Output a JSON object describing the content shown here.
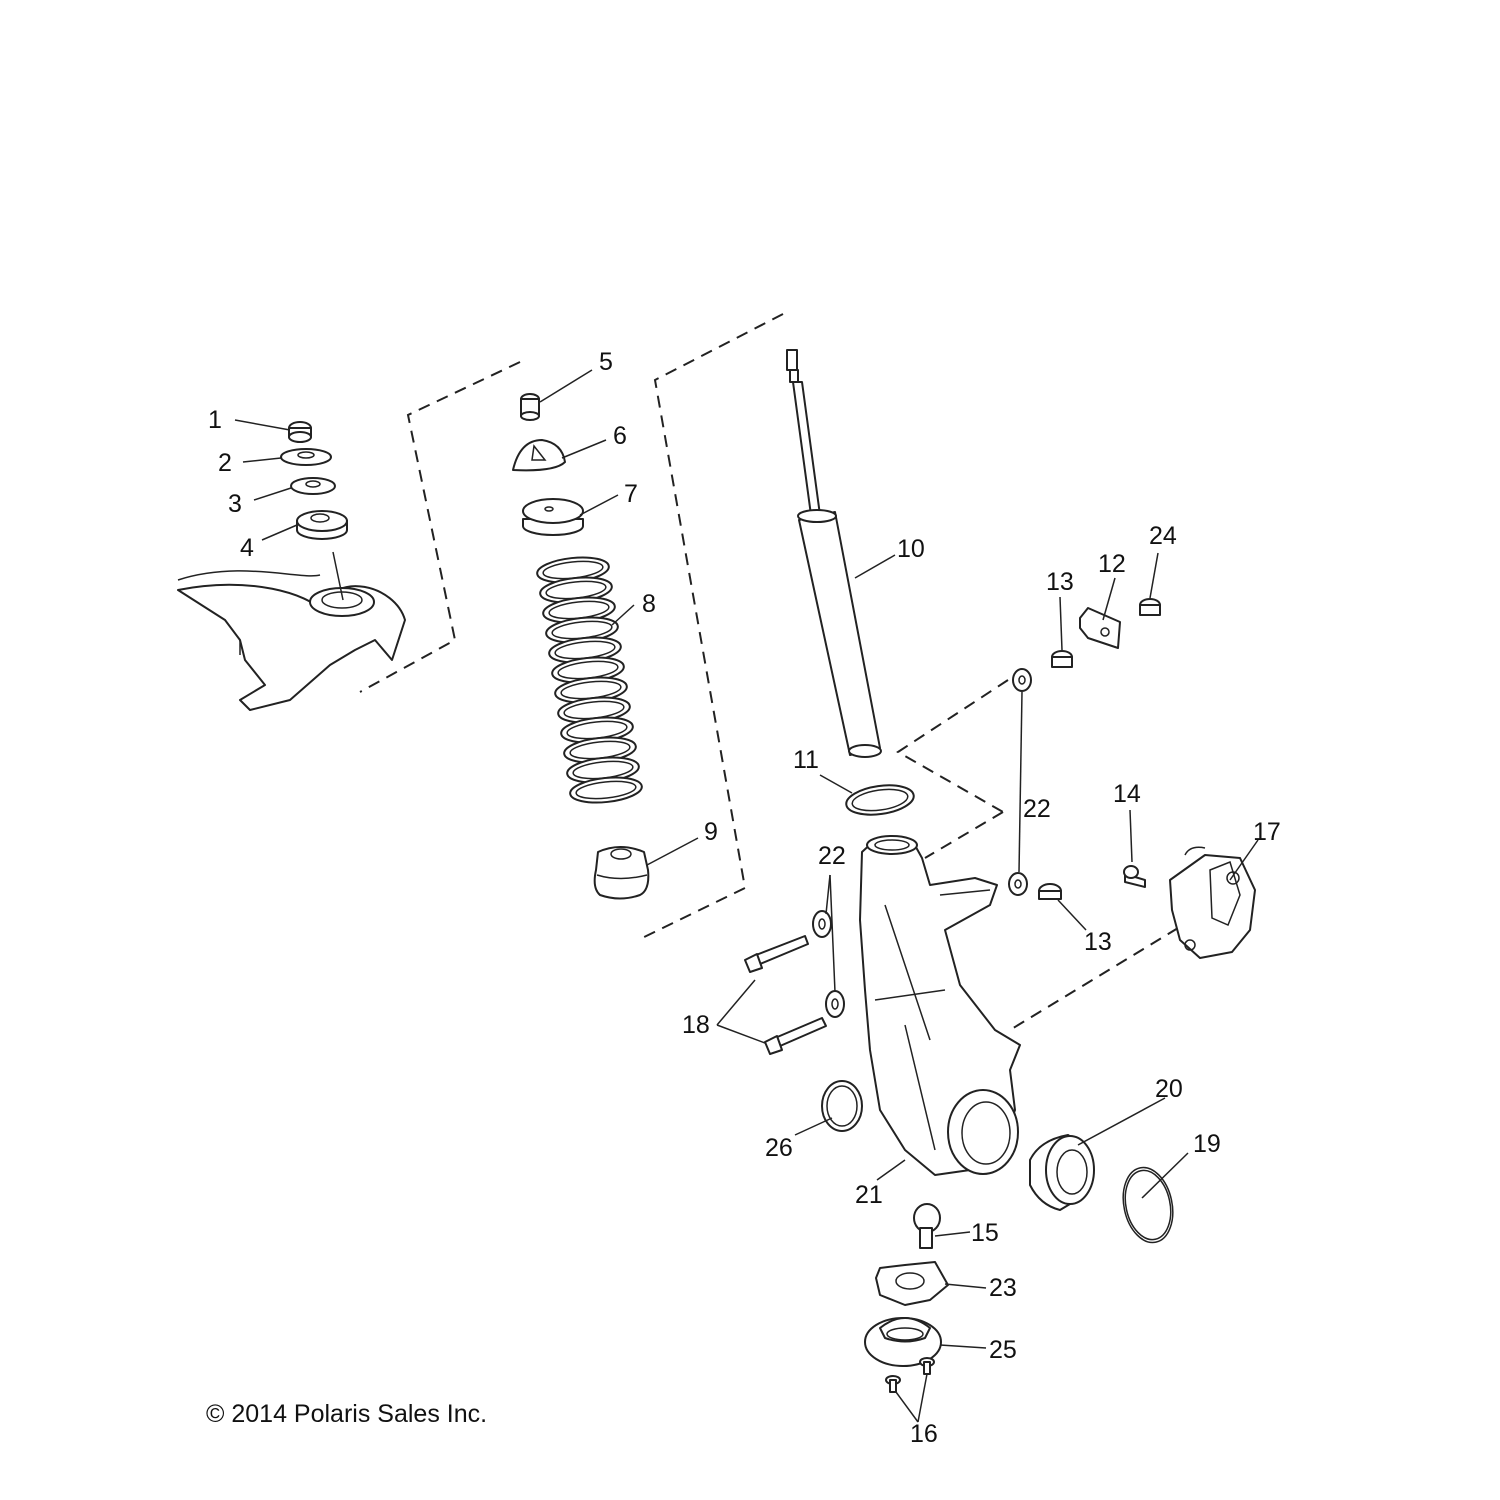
{
  "callouts": [
    {
      "id": "1",
      "text": "1"
    },
    {
      "id": "2",
      "text": "2"
    },
    {
      "id": "3",
      "text": "3"
    },
    {
      "id": "4",
      "text": "4"
    },
    {
      "id": "5",
      "text": "5"
    },
    {
      "id": "6",
      "text": "6"
    },
    {
      "id": "7",
      "text": "7"
    },
    {
      "id": "8",
      "text": "8"
    },
    {
      "id": "9",
      "text": "9"
    },
    {
      "id": "10",
      "text": "10"
    },
    {
      "id": "11",
      "text": "11"
    },
    {
      "id": "12",
      "text": "12"
    },
    {
      "id": "13a",
      "text": "13"
    },
    {
      "id": "13b",
      "text": "13"
    },
    {
      "id": "14",
      "text": "14"
    },
    {
      "id": "15",
      "text": "15"
    },
    {
      "id": "16",
      "text": "16"
    },
    {
      "id": "17",
      "text": "17"
    },
    {
      "id": "18",
      "text": "18"
    },
    {
      "id": "19",
      "text": "19"
    },
    {
      "id": "20",
      "text": "20"
    },
    {
      "id": "21",
      "text": "21"
    },
    {
      "id": "22a",
      "text": "22"
    },
    {
      "id": "22b",
      "text": "22"
    },
    {
      "id": "23",
      "text": "23"
    },
    {
      "id": "24",
      "text": "24"
    },
    {
      "id": "25",
      "text": "25"
    },
    {
      "id": "26",
      "text": "26"
    }
  ],
  "copyright": "© 2014 Polaris Sales Inc."
}
